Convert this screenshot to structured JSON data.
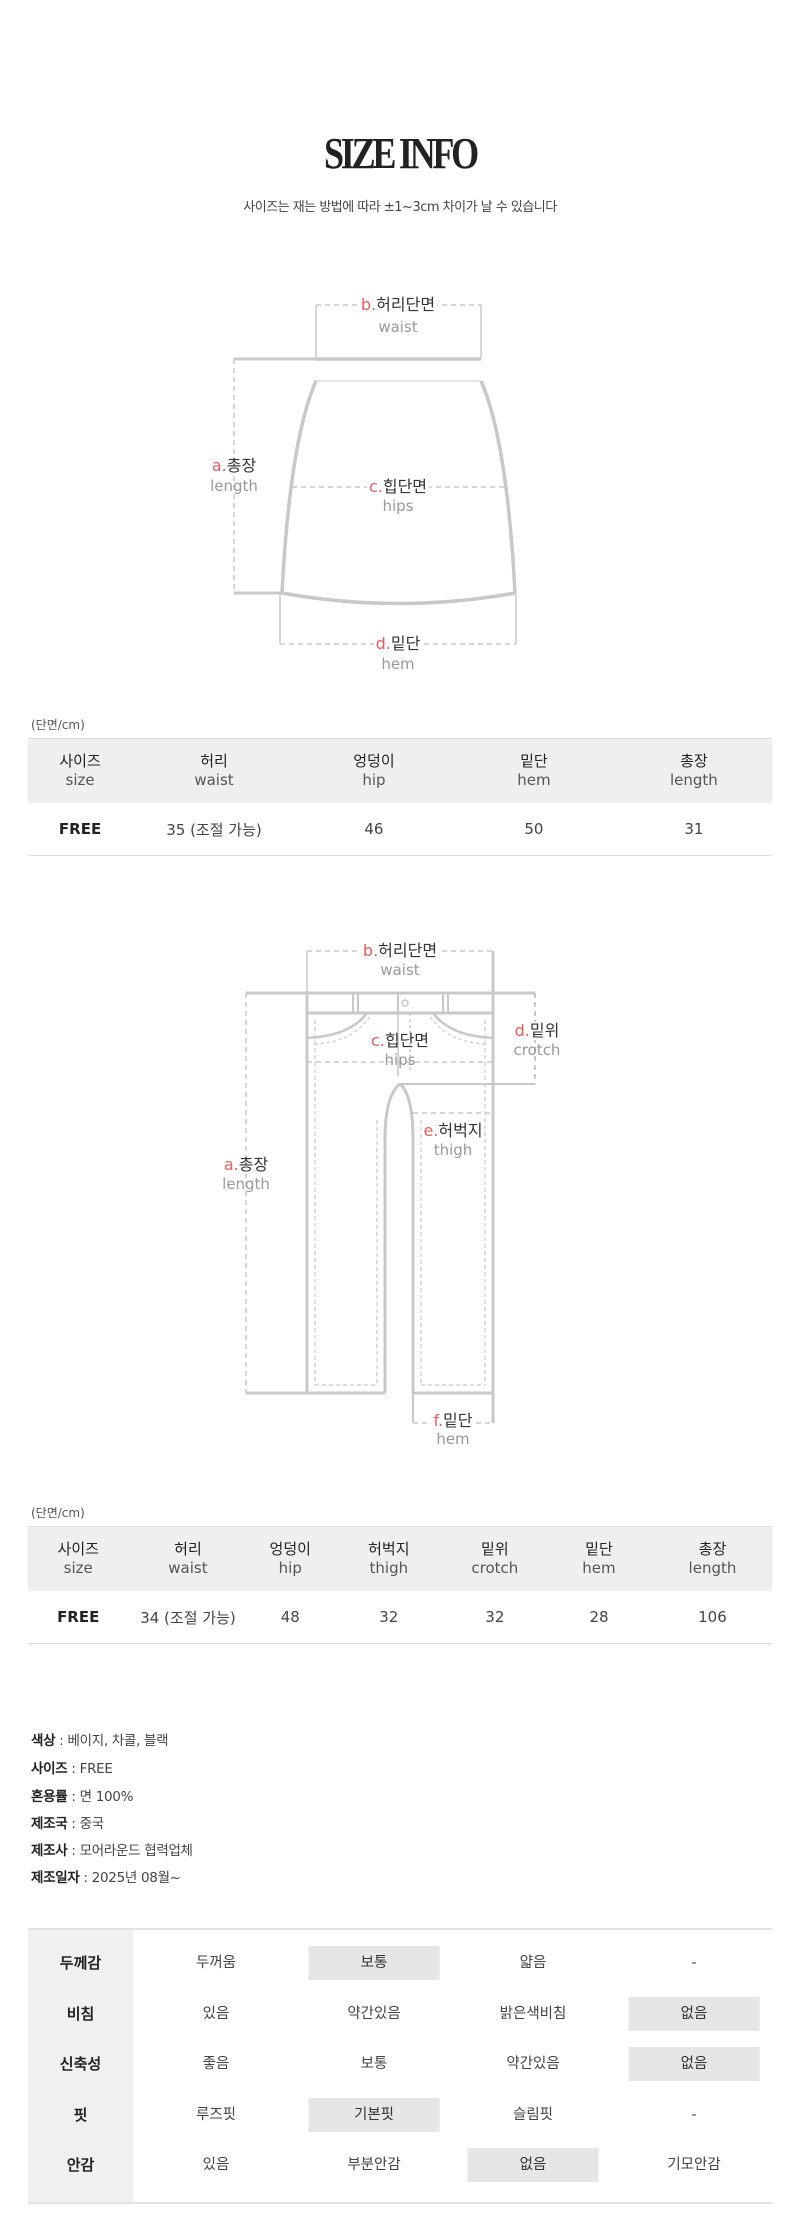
{
  "header": {
    "title": "SIZE INFO",
    "subtitle": "사이즈는 재는 방법에 따라 ±1~3cm 차이가 날 수 있습니다"
  },
  "colors": {
    "accent": "#e06060",
    "line": "#cccccc",
    "header_bg": "#efefef"
  },
  "skirt_diagram": {
    "waist": {
      "key": "b.",
      "ko": "허리단면",
      "en": "waist"
    },
    "length": {
      "key": "a.",
      "ko": "총장",
      "en": "length"
    },
    "hips": {
      "key": "c.",
      "ko": "힙단면",
      "en": "hips"
    },
    "hem": {
      "key": "d.",
      "ko": "밑단",
      "en": "hem"
    }
  },
  "skirt_table": {
    "unit": "(단면/cm)",
    "headers": [
      {
        "ko": "사이즈",
        "en": "size"
      },
      {
        "ko": "허리",
        "en": "waist"
      },
      {
        "ko": "엉덩이",
        "en": "hip"
      },
      {
        "ko": "밑단",
        "en": "hem"
      },
      {
        "ko": "총장",
        "en": "length"
      }
    ],
    "rows": [
      [
        "FREE",
        "35 (조절 가능)",
        "46",
        "50",
        "31"
      ]
    ]
  },
  "pants_diagram": {
    "waist": {
      "key": "b.",
      "ko": "허리단면",
      "en": "waist"
    },
    "hips": {
      "key": "c.",
      "ko": "힙단면",
      "en": "hips"
    },
    "crotch": {
      "key": "d.",
      "ko": "밑위",
      "en": "crotch"
    },
    "thigh": {
      "key": "e.",
      "ko": "허벅지",
      "en": "thigh"
    },
    "length": {
      "key": "a.",
      "ko": "총장",
      "en": "length"
    },
    "hem": {
      "key": "f.",
      "ko": "밑단",
      "en": "hem"
    }
  },
  "pants_table": {
    "unit": "(단면/cm)",
    "headers": [
      {
        "ko": "사이즈",
        "en": "size"
      },
      {
        "ko": "허리",
        "en": "waist"
      },
      {
        "ko": "엉덩이",
        "en": "hip"
      },
      {
        "ko": "허벅지",
        "en": "thigh"
      },
      {
        "ko": "밑위",
        "en": "crotch"
      },
      {
        "ko": "밑단",
        "en": "hem"
      },
      {
        "ko": "총장",
        "en": "length"
      }
    ],
    "rows": [
      [
        "FREE",
        "34 (조절 가능)",
        "48",
        "32",
        "32",
        "28",
        "106"
      ]
    ]
  },
  "product_info": [
    {
      "label": "색상",
      "value": "베이지, 차콜, 블랙"
    },
    {
      "label": "사이즈",
      "value": "FREE"
    },
    {
      "label": "혼용률",
      "value": "면 100%"
    },
    {
      "label": "제조국",
      "value": "중국"
    },
    {
      "label": "제조사",
      "value": "모어라운드 협력업체"
    },
    {
      "label": "제조일자",
      "value": "2025년 08월~"
    }
  ],
  "features": [
    {
      "label": "두께감",
      "options": [
        "두꺼움",
        "보통",
        "얇음",
        "-"
      ],
      "selected": 1
    },
    {
      "label": "비침",
      "options": [
        "있음",
        "약간있음",
        "밝은색비침",
        "없음"
      ],
      "selected": 3
    },
    {
      "label": "신축성",
      "options": [
        "좋음",
        "보통",
        "약간있음",
        "없음"
      ],
      "selected": 3
    },
    {
      "label": "핏",
      "options": [
        "루즈핏",
        "기본핏",
        "슬림핏",
        "-"
      ],
      "selected": 1
    },
    {
      "label": "안감",
      "options": [
        "있음",
        "부분안감",
        "없음",
        "기모안감"
      ],
      "selected": 2
    }
  ]
}
